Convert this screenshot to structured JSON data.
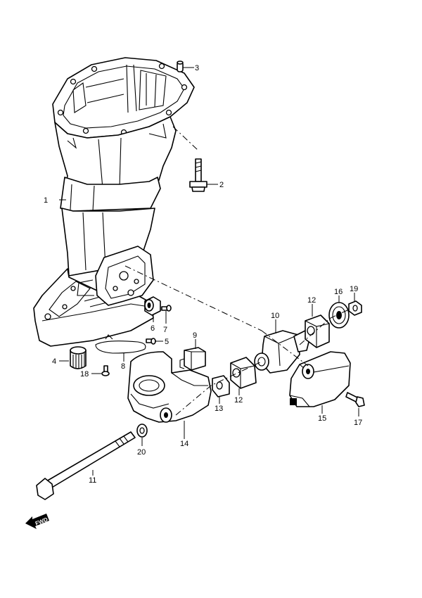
{
  "callouts": [
    {
      "id": "1",
      "label": "1"
    },
    {
      "id": "2",
      "label": "2"
    },
    {
      "id": "3",
      "label": "3"
    },
    {
      "id": "4",
      "label": "4"
    },
    {
      "id": "5",
      "label": "5"
    },
    {
      "id": "6",
      "label": "6"
    },
    {
      "id": "7",
      "label": "7"
    },
    {
      "id": "8",
      "label": "8"
    },
    {
      "id": "9",
      "label": "9"
    },
    {
      "id": "10",
      "label": "10"
    },
    {
      "id": "11",
      "label": "11"
    },
    {
      "id": "12a",
      "label": "12"
    },
    {
      "id": "12b",
      "label": "12"
    },
    {
      "id": "13",
      "label": "13"
    },
    {
      "id": "14",
      "label": "14"
    },
    {
      "id": "15",
      "label": "15"
    },
    {
      "id": "16",
      "label": "16"
    },
    {
      "id": "17",
      "label": "17"
    },
    {
      "id": "18",
      "label": "18"
    },
    {
      "id": "19",
      "label": "19"
    },
    {
      "id": "20",
      "label": "20"
    }
  ],
  "direction_badge": {
    "label": "FWD"
  }
}
